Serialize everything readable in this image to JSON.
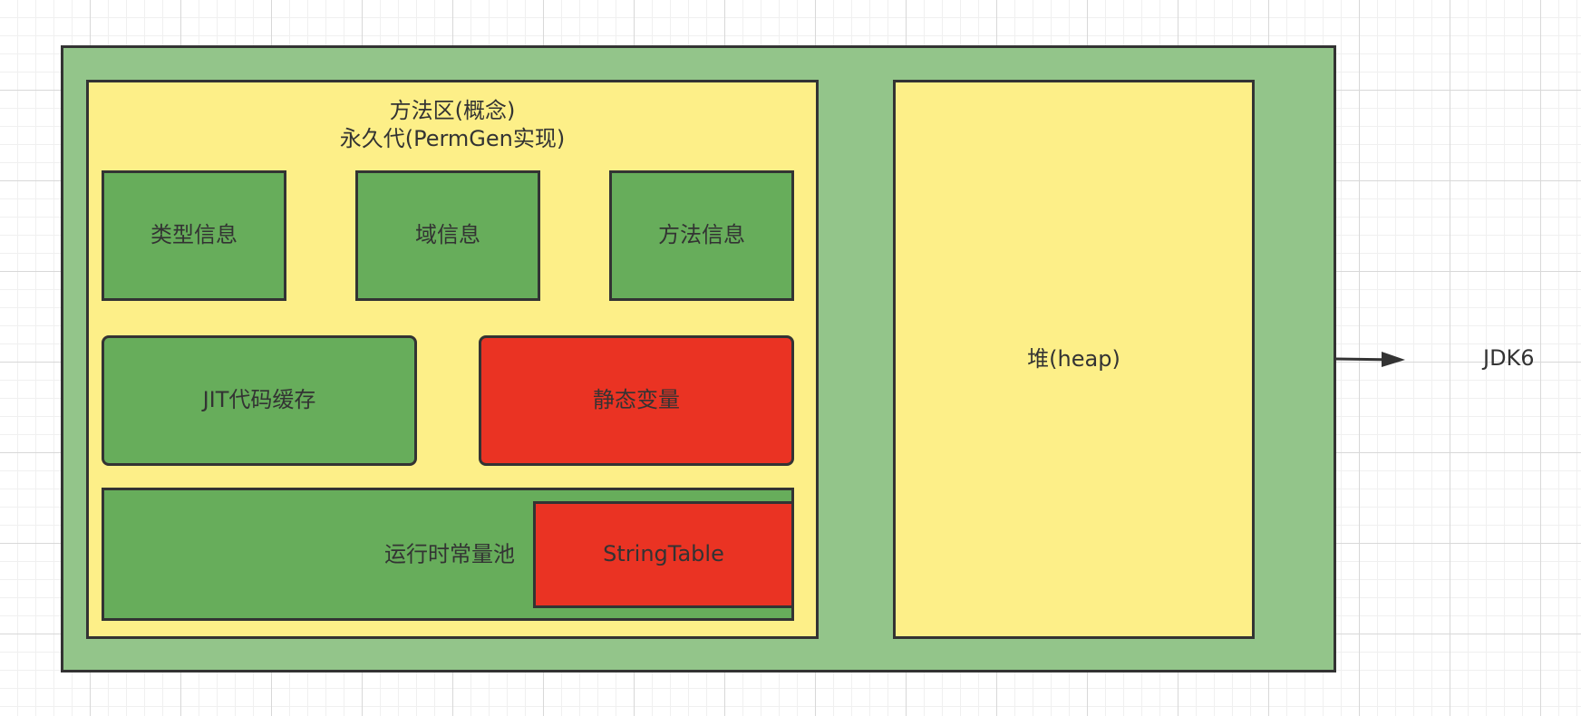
{
  "colors": {
    "outer_green": "#93c58a",
    "area_yellow": "#fdef88",
    "box_green": "#67ad5b",
    "box_red": "#ea3323",
    "border": "#333333",
    "text": "#333333"
  },
  "method_area": {
    "title_line1": "方法区(概念)",
    "title_line2": "永久代(PermGen实现)",
    "type_info": "类型信息",
    "field_info": "域信息",
    "method_info": "方法信息",
    "jit_cache": "JIT代码缓存",
    "static_vars": "静态变量",
    "runtime_pool": "运行时常量池",
    "string_table": "StringTable"
  },
  "heap": {
    "label": "堆(heap)"
  },
  "annotation": {
    "label": "JDK6"
  }
}
